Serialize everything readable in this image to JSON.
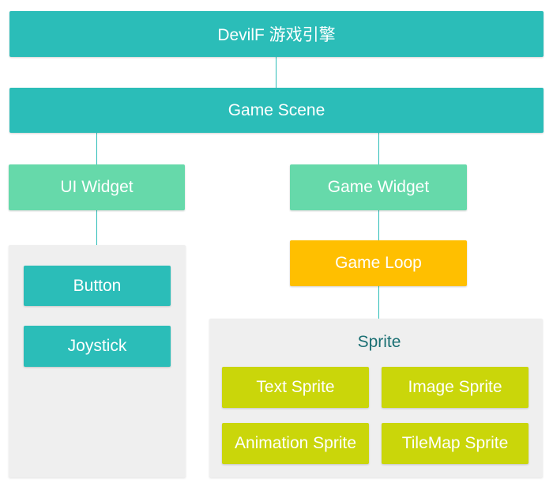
{
  "engine": {
    "label": "DevilF 游戏引擎"
  },
  "scene": {
    "label": "Game Scene"
  },
  "ui_widget": {
    "label": "UI Widget",
    "children": [
      "Button",
      "Joystick"
    ]
  },
  "game_widget": {
    "label": "Game Widget",
    "loop_label": "Game Loop",
    "sprite_group": {
      "title": "Sprite",
      "items": [
        "Text Sprite",
        "Image Sprite",
        "Animation Sprite",
        "TileMap Sprite"
      ]
    }
  },
  "colors": {
    "teal": "#2bbdb8",
    "mint": "#66d9aa",
    "amber": "#ffbf00",
    "lime": "#cad60a",
    "panel": "#efefef",
    "title_text": "#1a6f73"
  }
}
